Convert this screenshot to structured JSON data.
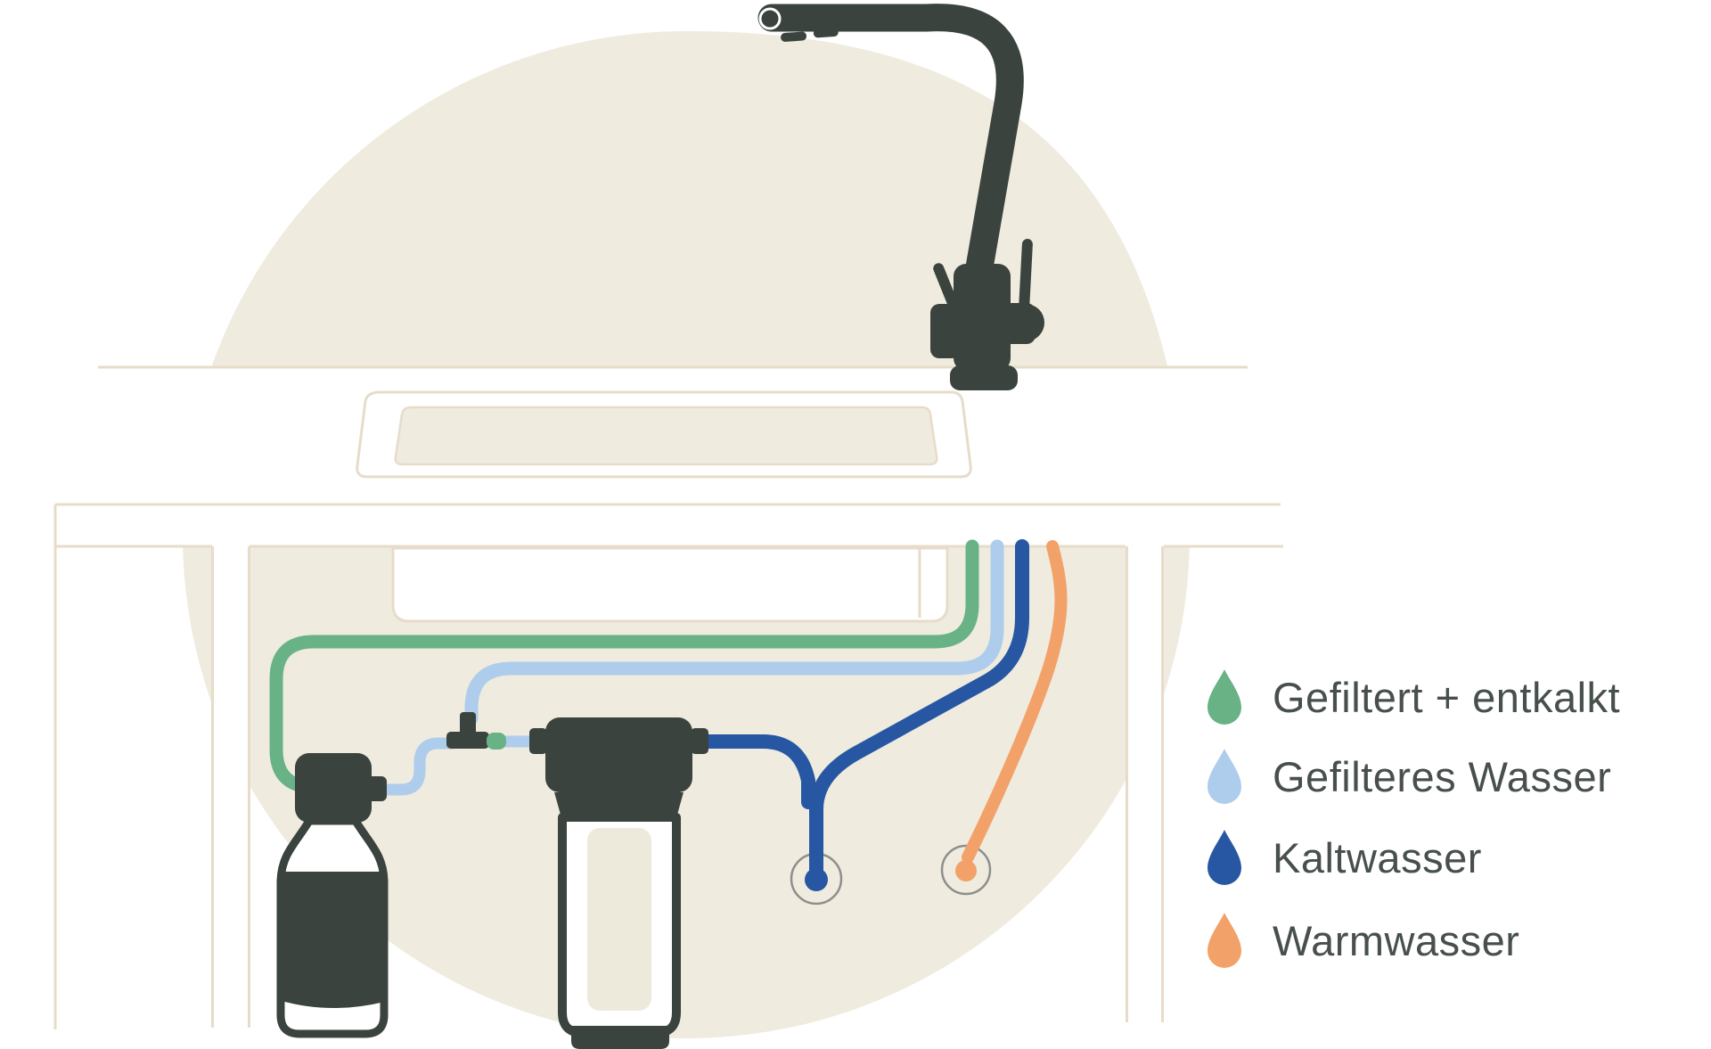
{
  "legend": {
    "items": [
      {
        "icon": "water-drop-icon",
        "label": "Gefiltert + entkalkt",
        "color": "#68B286"
      },
      {
        "icon": "water-drop-icon",
        "label": "Gefilteres Wasser",
        "color": "#AECCEB"
      },
      {
        "icon": "water-drop-icon",
        "label": "Kaltwasser",
        "color": "#2757A3"
      },
      {
        "icon": "water-drop-icon",
        "label": "Warmwasser",
        "color": "#F2A169"
      }
    ]
  },
  "palette": {
    "background": "#FFFFFF",
    "blob": "#EFEBDE",
    "outline": "#E7DCCA",
    "fixture_dark": "#3A433D",
    "inner_shade": "#EDE9DB",
    "wall_ring_gray": "#8E8E8E",
    "text": "#47504B"
  }
}
